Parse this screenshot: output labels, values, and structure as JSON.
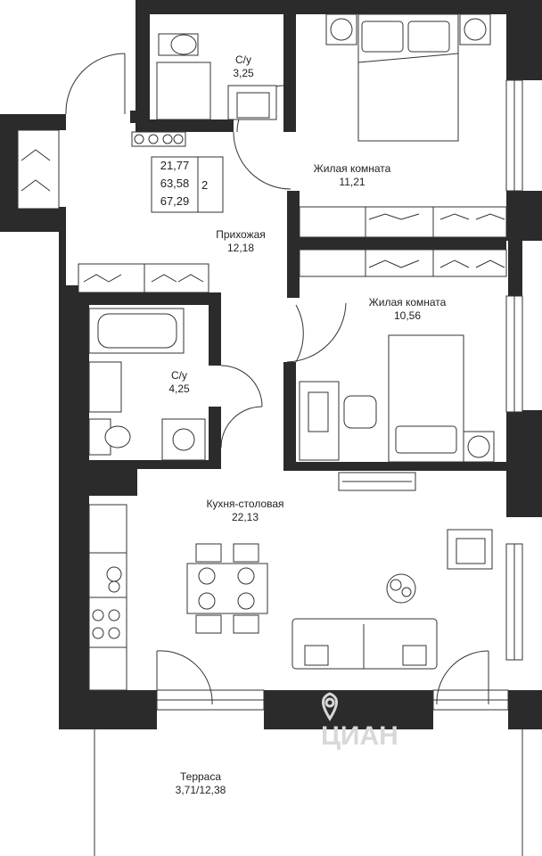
{
  "plan": {
    "rooms_count": "2",
    "areas": {
      "living": "21,77",
      "total": "63,58",
      "total_with_terrace": "67,29"
    },
    "rooms": {
      "bath1": {
        "name": "С/у",
        "area": "3,25"
      },
      "bedroom1": {
        "name": "Жилая комната",
        "area": "11,21"
      },
      "hall": {
        "name": "Прихожая",
        "area": "12,18"
      },
      "bedroom2": {
        "name": "Жилая комната",
        "area": "10,56"
      },
      "bath2": {
        "name": "С/у",
        "area": "4,25"
      },
      "kitchen": {
        "name": "Кухня-столовая",
        "area": "22,13"
      },
      "terrace": {
        "name": "Терраса",
        "area": "3,71/12,38"
      }
    }
  },
  "colors": {
    "wall": "#2b2b2b",
    "line": "#333333",
    "watermark": "#d8d8d8"
  },
  "watermark": {
    "icon": "map-pin-icon",
    "text": "ЦИАН"
  }
}
